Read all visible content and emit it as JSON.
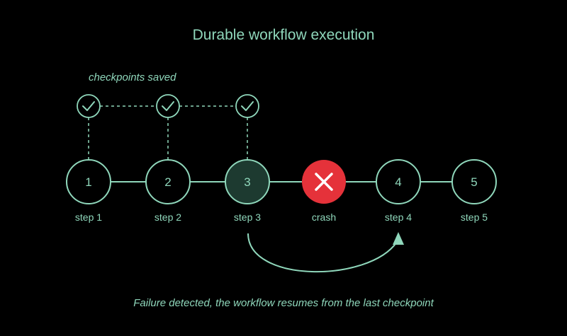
{
  "title": "Durable workflow execution",
  "checkpoint_caption": "checkpoints saved",
  "footer": "Failure detected, the workflow resumes from the last checkpoint",
  "colors": {
    "background": "#000000",
    "accent": "#8fd7bb",
    "active_fill": "#1d3a30",
    "crash": "#e5323a"
  },
  "steps": [
    {
      "number": "1",
      "label": "step 1",
      "checkpoint": true
    },
    {
      "number": "2",
      "label": "step 2",
      "checkpoint": true
    },
    {
      "number": "3",
      "label": "step 3",
      "checkpoint": true,
      "active": true
    },
    {
      "number": "",
      "label": "crash",
      "crash": true,
      "icon": "x-icon"
    },
    {
      "number": "4",
      "label": "step 4"
    },
    {
      "number": "5",
      "label": "step 5"
    }
  ],
  "checkpoint_icon": "check-icon"
}
